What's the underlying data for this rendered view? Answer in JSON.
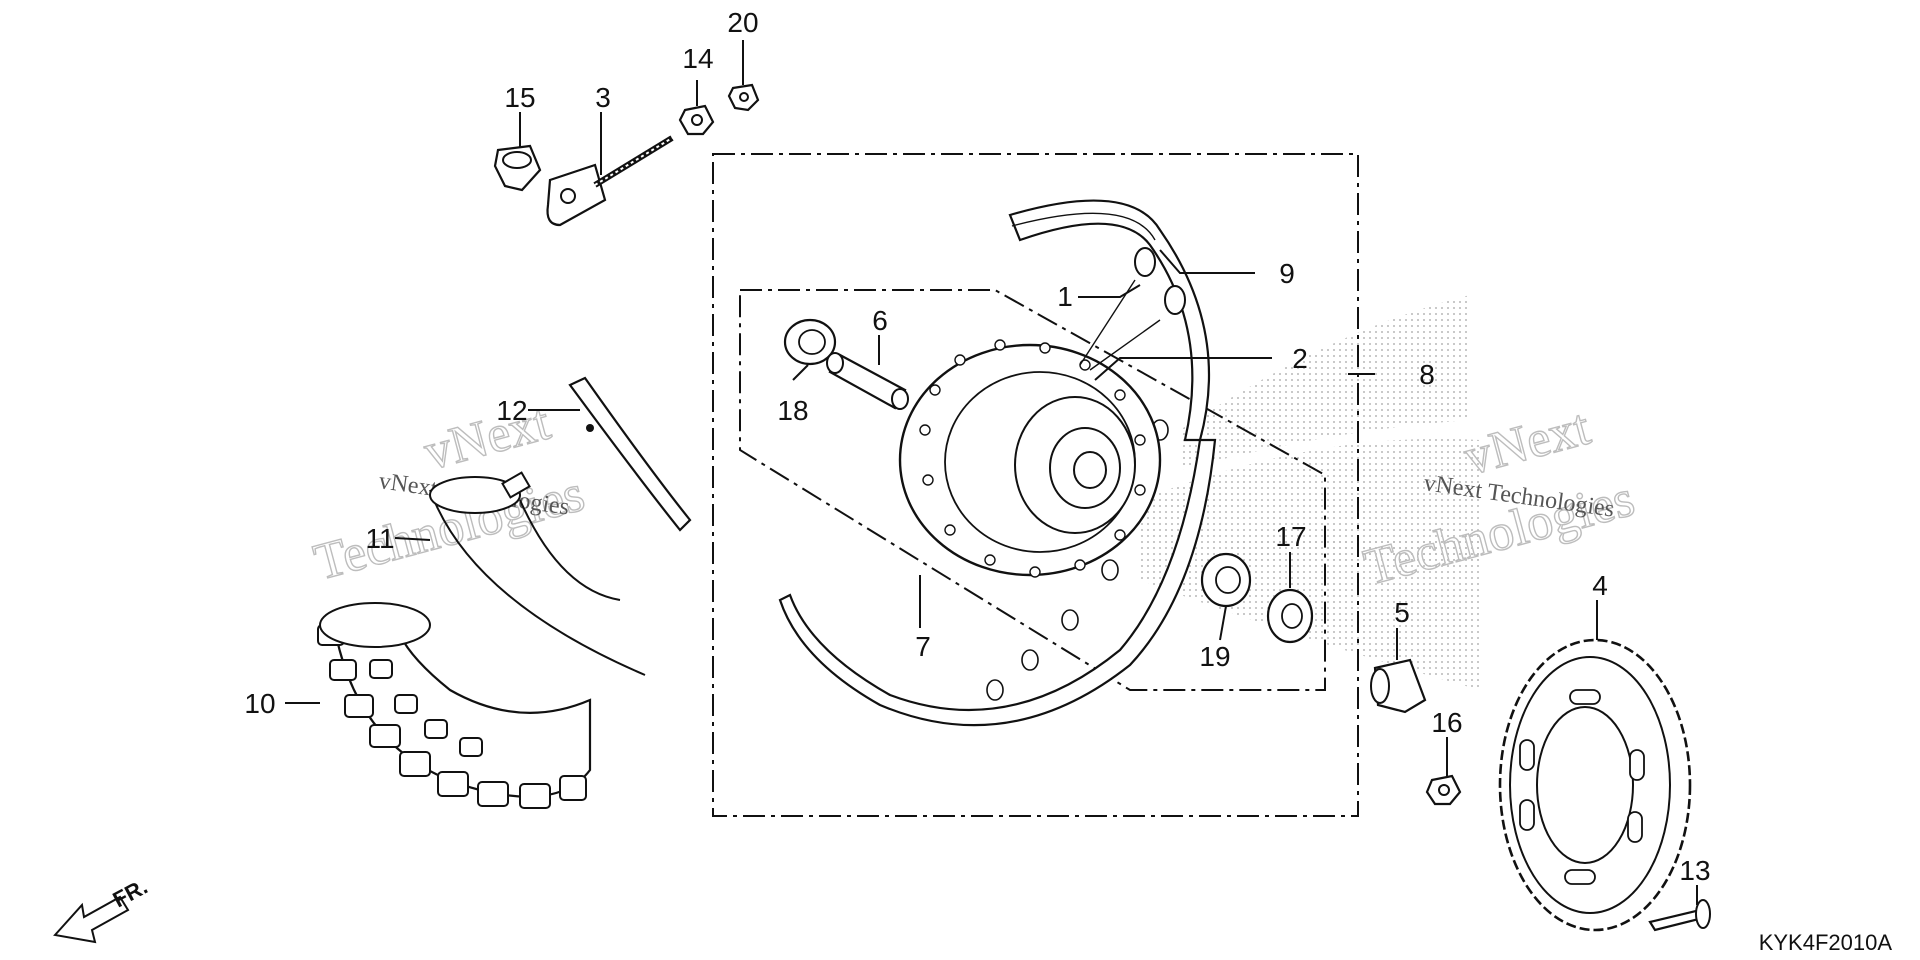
{
  "diagram": {
    "code": "KYK4F2010A",
    "direction_label": "FR.",
    "watermark": {
      "line1": "vNext",
      "line2": "Technologies",
      "full": "vNext Technologies"
    },
    "callouts": [
      {
        "id": "c1",
        "label": "1"
      },
      {
        "id": "c2",
        "label": "2"
      },
      {
        "id": "c3",
        "label": "3"
      },
      {
        "id": "c4",
        "label": "4"
      },
      {
        "id": "c5",
        "label": "5"
      },
      {
        "id": "c6",
        "label": "6"
      },
      {
        "id": "c7",
        "label": "7"
      },
      {
        "id": "c8",
        "label": "8"
      },
      {
        "id": "c9",
        "label": "9"
      },
      {
        "id": "c10",
        "label": "10"
      },
      {
        "id": "c11",
        "label": "11"
      },
      {
        "id": "c12",
        "label": "12"
      },
      {
        "id": "c13",
        "label": "13"
      },
      {
        "id": "c14",
        "label": "14"
      },
      {
        "id": "c15",
        "label": "15"
      },
      {
        "id": "c16",
        "label": "16"
      },
      {
        "id": "c17",
        "label": "17"
      },
      {
        "id": "c18",
        "label": "18"
      },
      {
        "id": "c19",
        "label": "19"
      },
      {
        "id": "c20",
        "label": "20"
      }
    ]
  }
}
